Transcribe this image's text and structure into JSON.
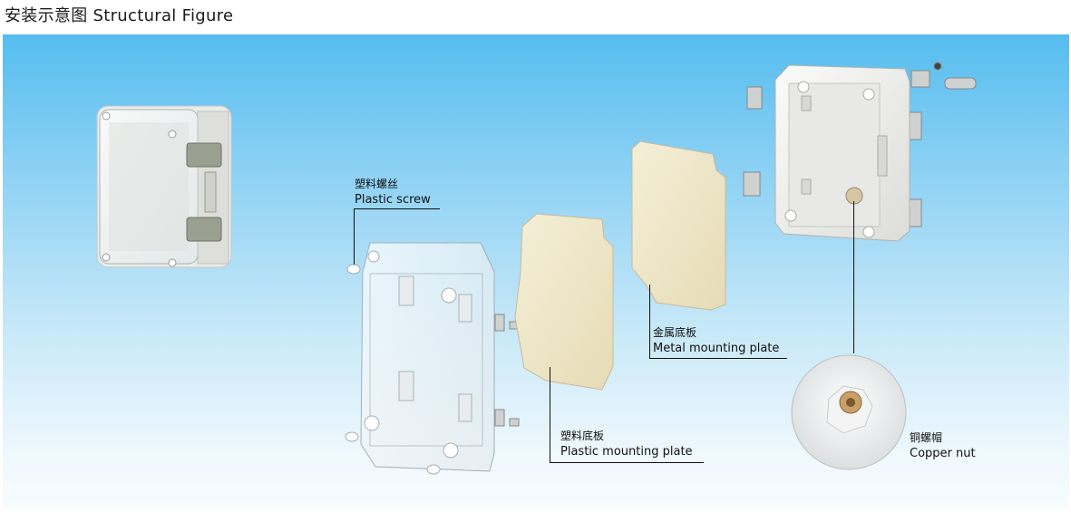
{
  "title": "安装示意图 Structural Figure",
  "labels": {
    "plastic_screw": {
      "cn": "塑料螺丝",
      "en": "Plastic screw"
    },
    "metal_plate": {
      "cn": "金属底板",
      "en": "Metal mounting plate"
    },
    "plastic_plate": {
      "cn": "塑料底板",
      "en": "Plastic mounting plate"
    },
    "copper_nut": {
      "cn": "铜螺帽",
      "en": "Copper nut"
    }
  },
  "colors": {
    "panel_top": "#55bdef",
    "panel_bottom": "#f8fcff",
    "plate": "#efe7c7",
    "box_body": "#f3f3f1",
    "nut": "#c9a06a"
  }
}
